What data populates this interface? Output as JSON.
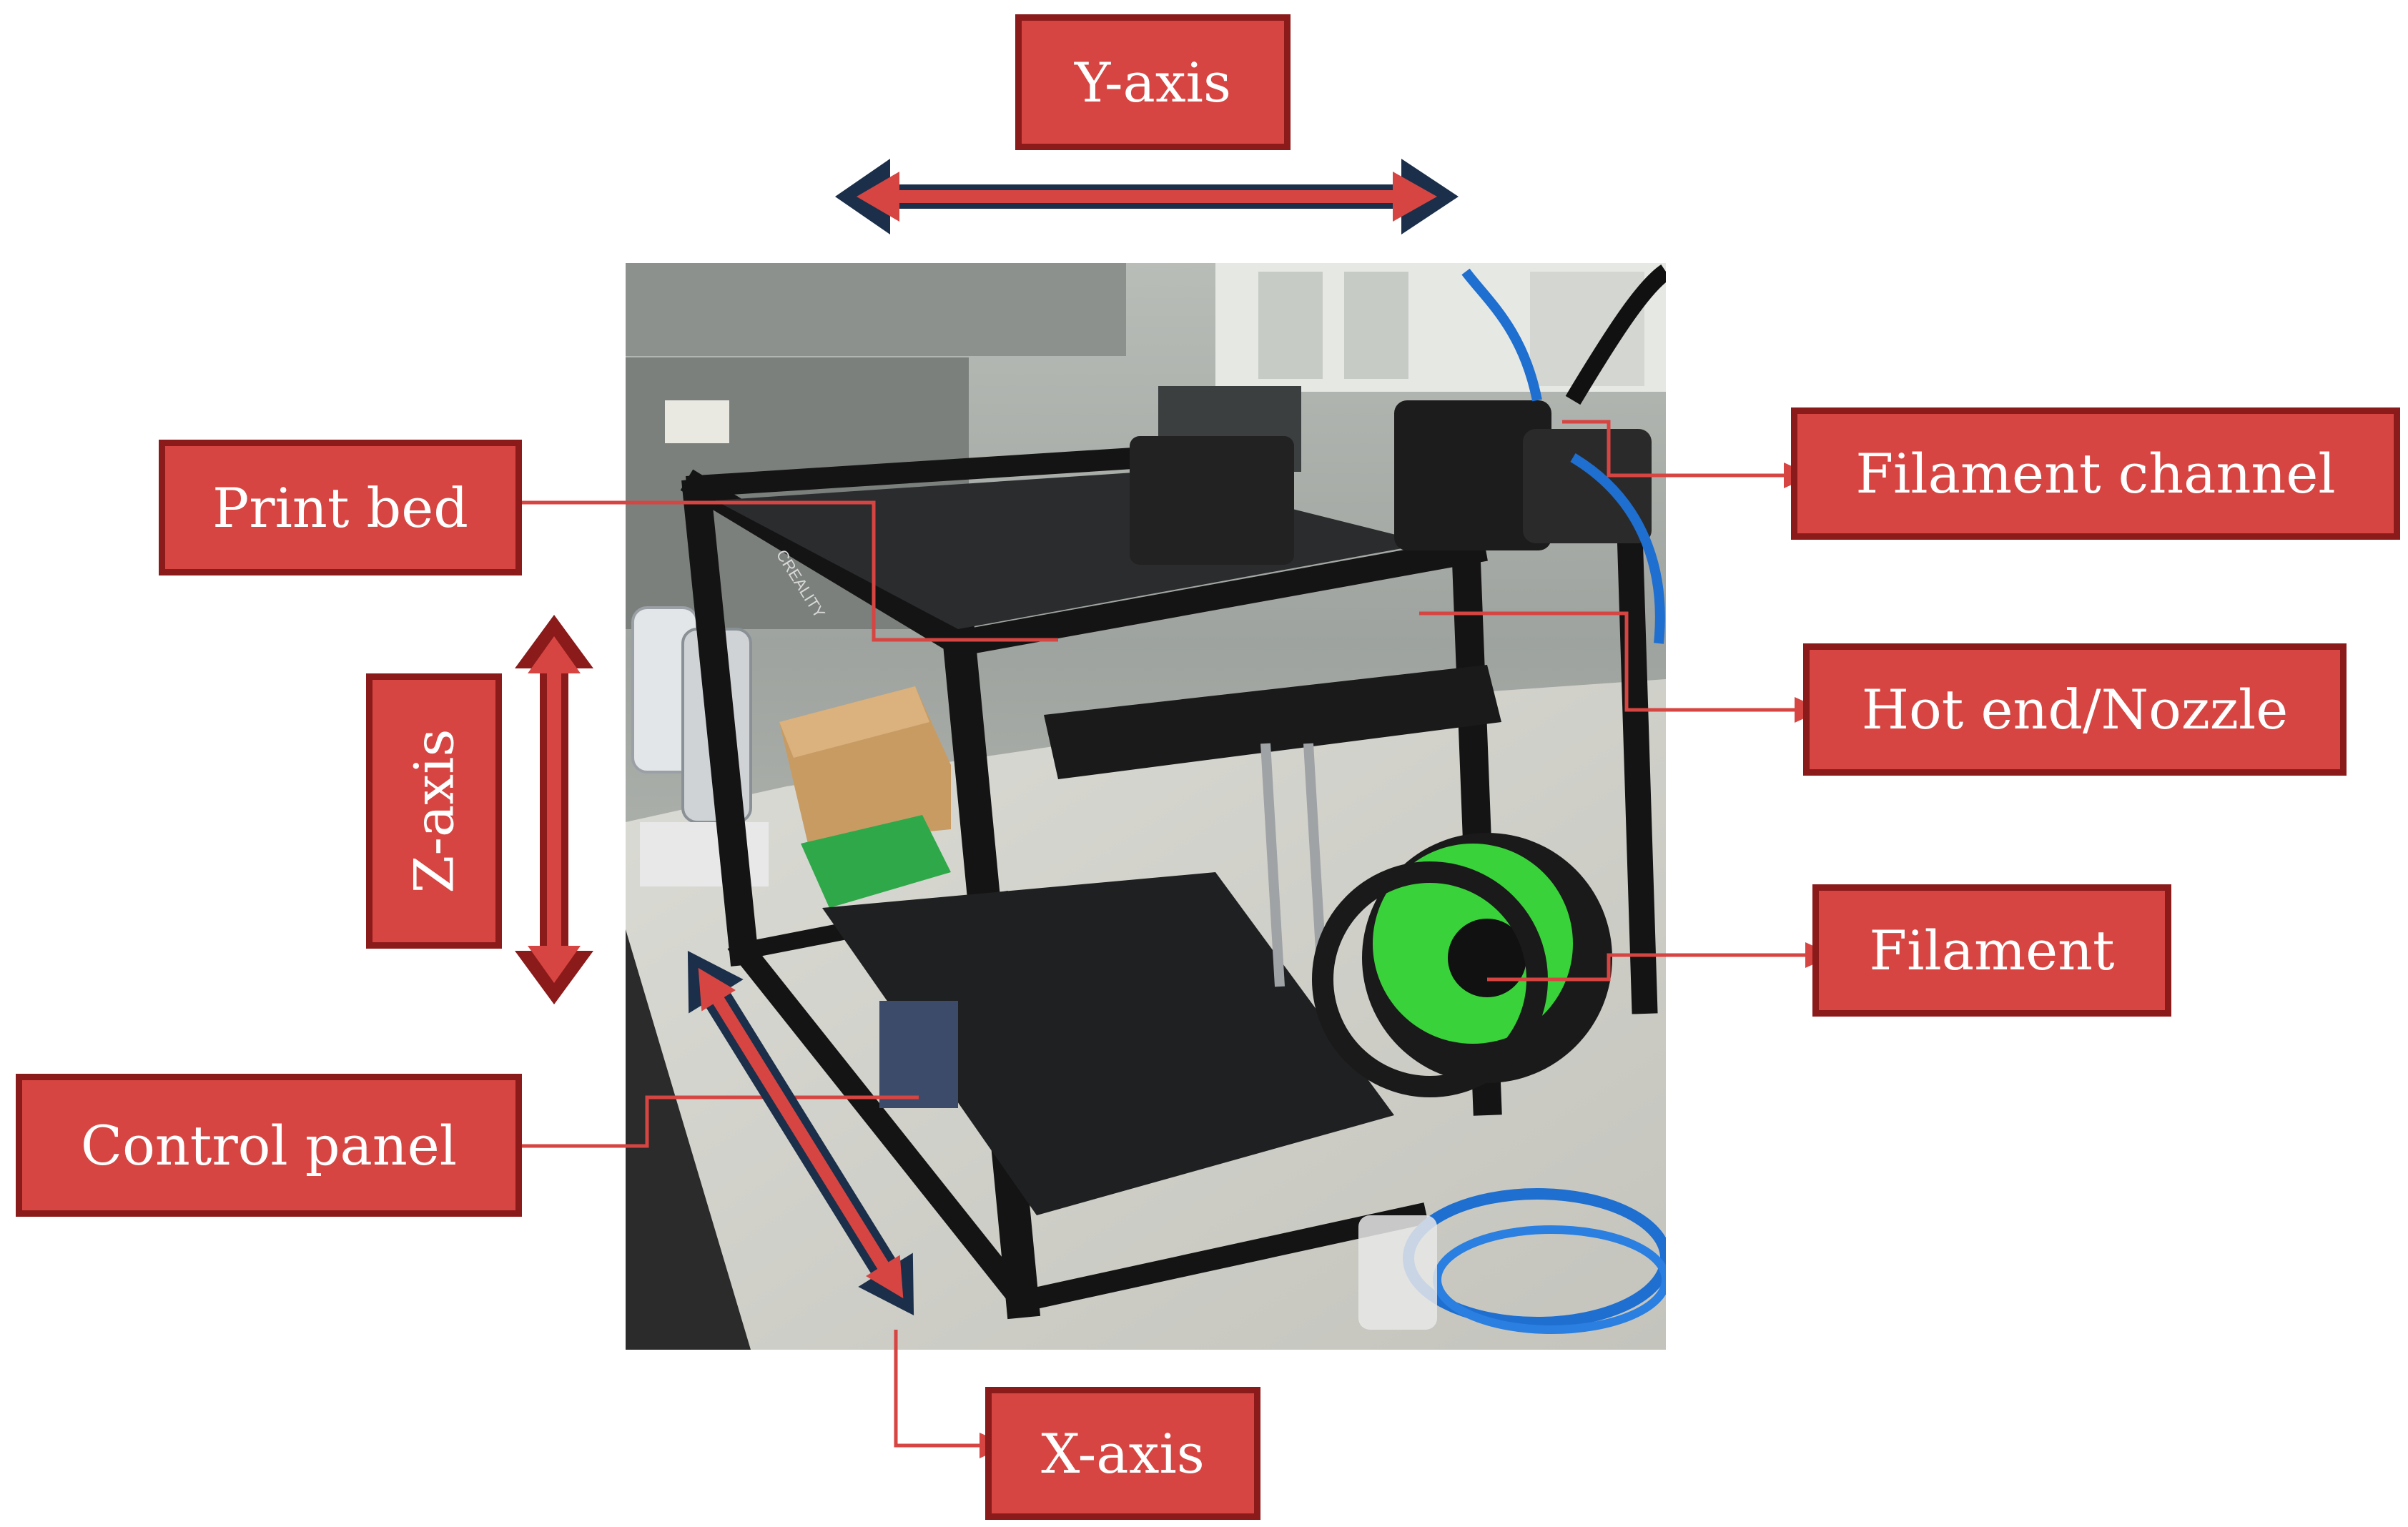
{
  "labels": {
    "y_axis": "Y-axis",
    "z_axis": "Z-axis",
    "x_axis": "X-axis",
    "print_bed": "Print bed",
    "control_panel": "Control panel",
    "filament_channel": "Filament channel",
    "hot_end": "Hot end/Nozzle",
    "filament": "Filament",
    "printer_brand": "CREALITY"
  },
  "colors": {
    "label_fill": "#d64541",
    "label_border": "#8b1a1a",
    "arrow_dark": "#1b2f4a",
    "arrow_red": "#d64541",
    "leader_line": "#d64541",
    "filament_green": "#39d23a",
    "cable_blue": "#1e6fd0",
    "printer_frame": "#141414"
  },
  "icons": {
    "photo": "3d-printer-photo",
    "double_arrow": "double-headed-arrow"
  }
}
